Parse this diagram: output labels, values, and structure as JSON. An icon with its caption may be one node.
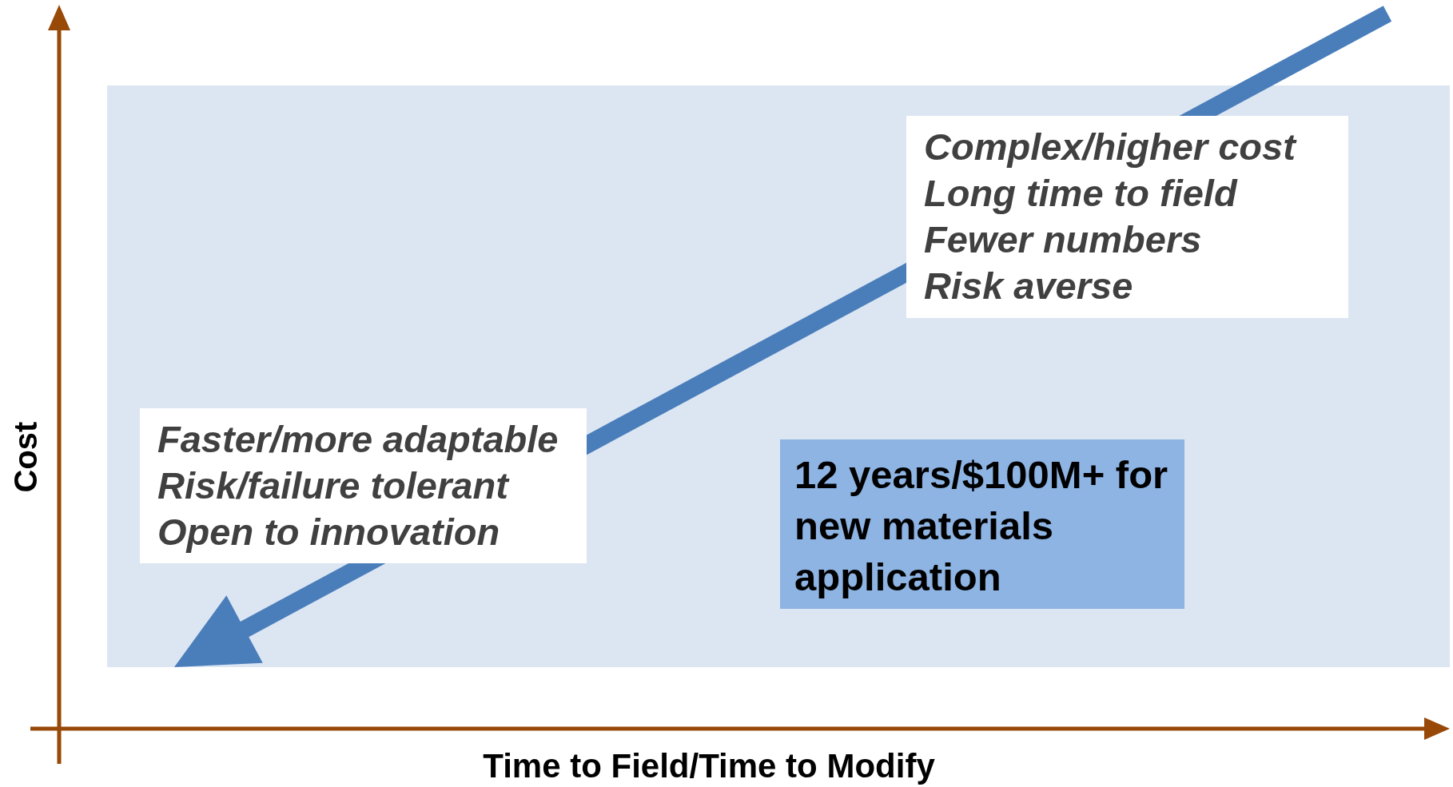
{
  "diagram": {
    "nodes": [
      {
        "text": [],
        "shape": "box"
      },
      {
        "text": [
          "Complex/higher cost",
          "Long time to field",
          "Fewer numbers",
          "Risk averse"
        ],
        "in": 0
      },
      {
        "text": [
          "Faster/more adaptable",
          "Risk/failure tolerant",
          "Open to innovation"
        ],
        "in": 0
      },
      {
        "text": [
          "12 years/$100M+ for new materials application"
        ],
        "in": 0
      }
    ],
    "edges": [
      {
        "from": 1,
        "to": 2,
        "arrow": "to"
      }
    ],
    "labels": [
      "Cost",
      "Time to Field/Time to Modify"
    ]
  }
}
